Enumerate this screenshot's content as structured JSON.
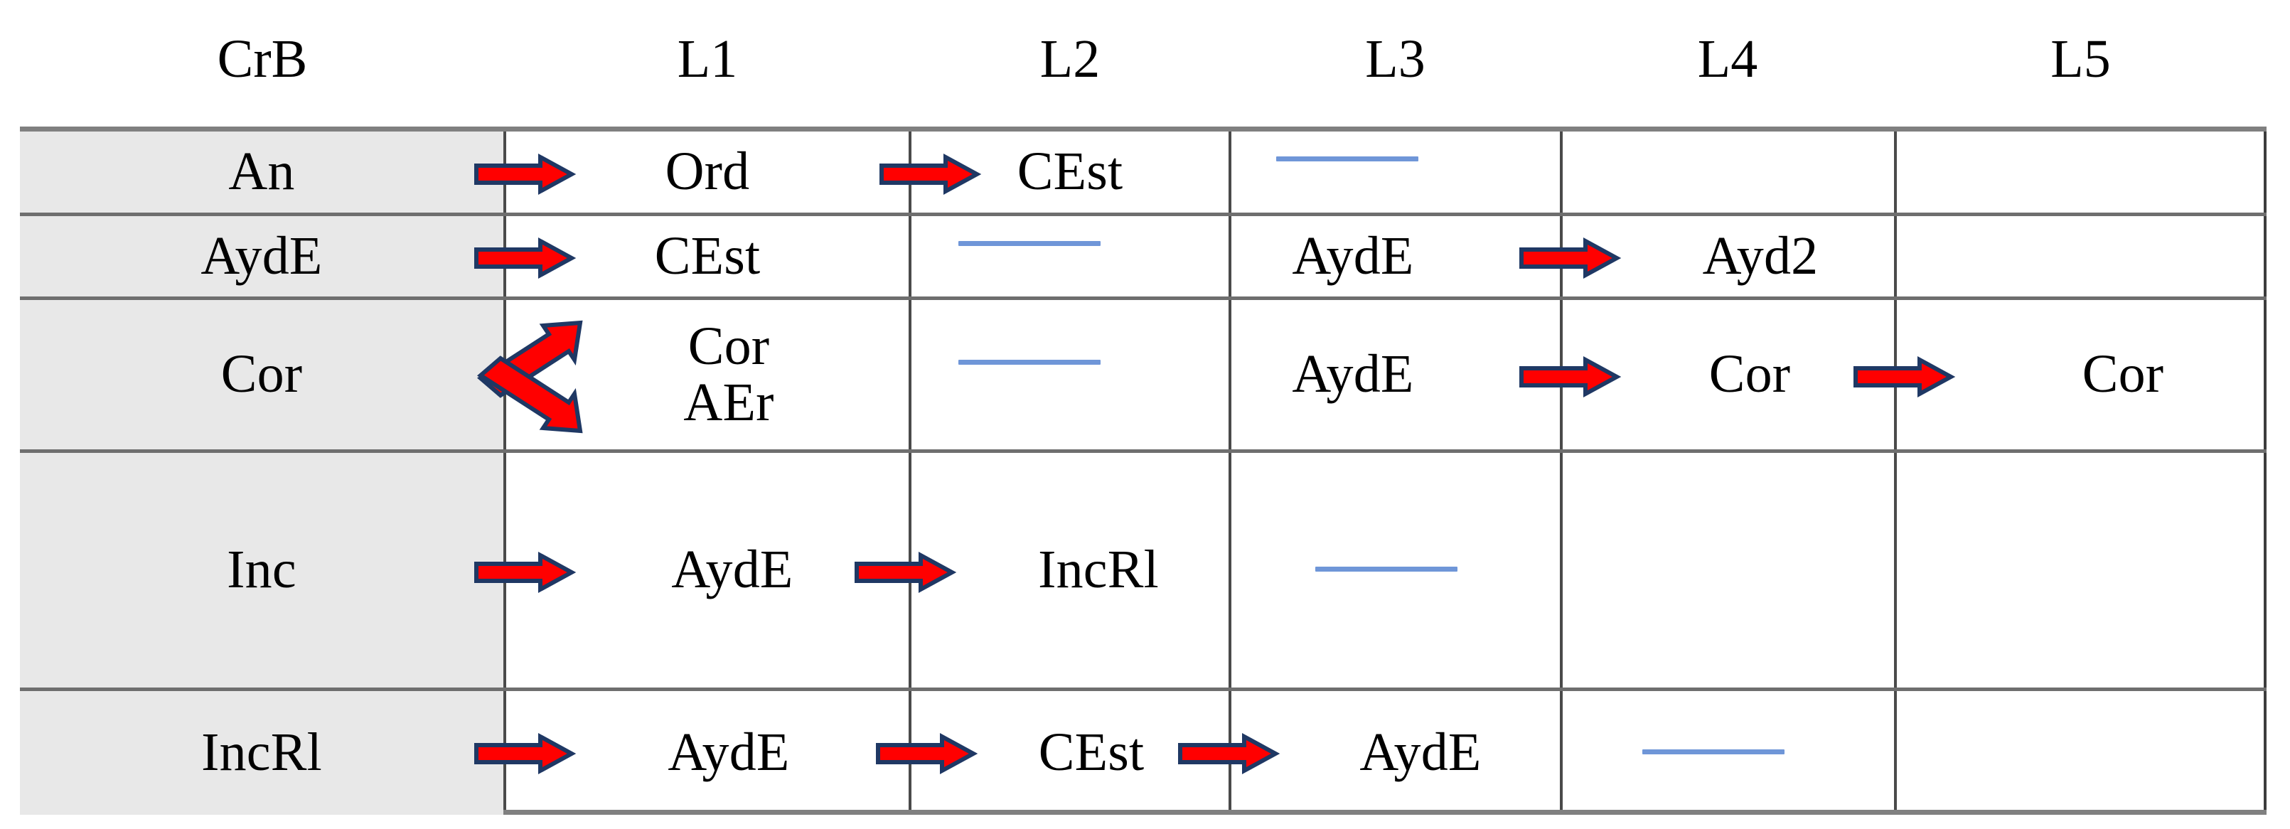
{
  "table": {
    "columns": [
      {
        "id": "crb",
        "label": "CrB"
      },
      {
        "id": "l1",
        "label": "L1"
      },
      {
        "id": "l2",
        "label": "L2"
      },
      {
        "id": "l3",
        "label": "L3"
      },
      {
        "id": "l4",
        "label": "L4"
      },
      {
        "id": "l5",
        "label": "L5"
      }
    ],
    "rows": [
      {
        "id": "row-an",
        "crb": "An",
        "l1": "Ord",
        "l2": "CEst",
        "l3": "",
        "l4": "",
        "l5": "",
        "arrows": [
          "crb->l1",
          "l1->l2"
        ],
        "dashes": [
          "l3"
        ]
      },
      {
        "id": "row-ayde",
        "crb": "AydE",
        "l1": "CEst",
        "l2": "",
        "l3": "AydE",
        "l4": "Ayd2",
        "l5": "",
        "arrows": [
          "crb->l1",
          "l3->l4"
        ],
        "dashes": [
          "l2"
        ]
      },
      {
        "id": "row-cor",
        "crb": "Cor",
        "l1": "Cor\nAEr",
        "l2": "",
        "l3": "AydE",
        "l4": "Cor",
        "l5": "Cor",
        "arrows": [
          "crb->l1-branch",
          "l3->l4",
          "l4->l5"
        ],
        "dashes": [
          "l2"
        ]
      },
      {
        "id": "row-inc",
        "crb": "Inc",
        "l1": "AydE",
        "l2": "IncRl",
        "l3": "",
        "l4": "",
        "l5": "",
        "arrows": [
          "crb->l1",
          "l1->l2"
        ],
        "dashes": [
          "l3"
        ]
      },
      {
        "id": "row-incrl",
        "crb": "IncRl",
        "l1": "AydE",
        "l2": "CEst",
        "l3": "AydE",
        "l4": "",
        "l5": "",
        "arrows": [
          "crb->l1",
          "l1->l2",
          "l2->l3"
        ],
        "dashes": [
          "l4"
        ]
      }
    ]
  },
  "colors": {
    "arrow_fill": "#FF0000",
    "arrow_stroke": "#1F3864",
    "dash_blue": "#6F96D8",
    "row_header_bg": "#E8E8E8",
    "grid_line": "#4A4A4A",
    "heavy_line": "#6E6E6E",
    "text": "#000000"
  }
}
